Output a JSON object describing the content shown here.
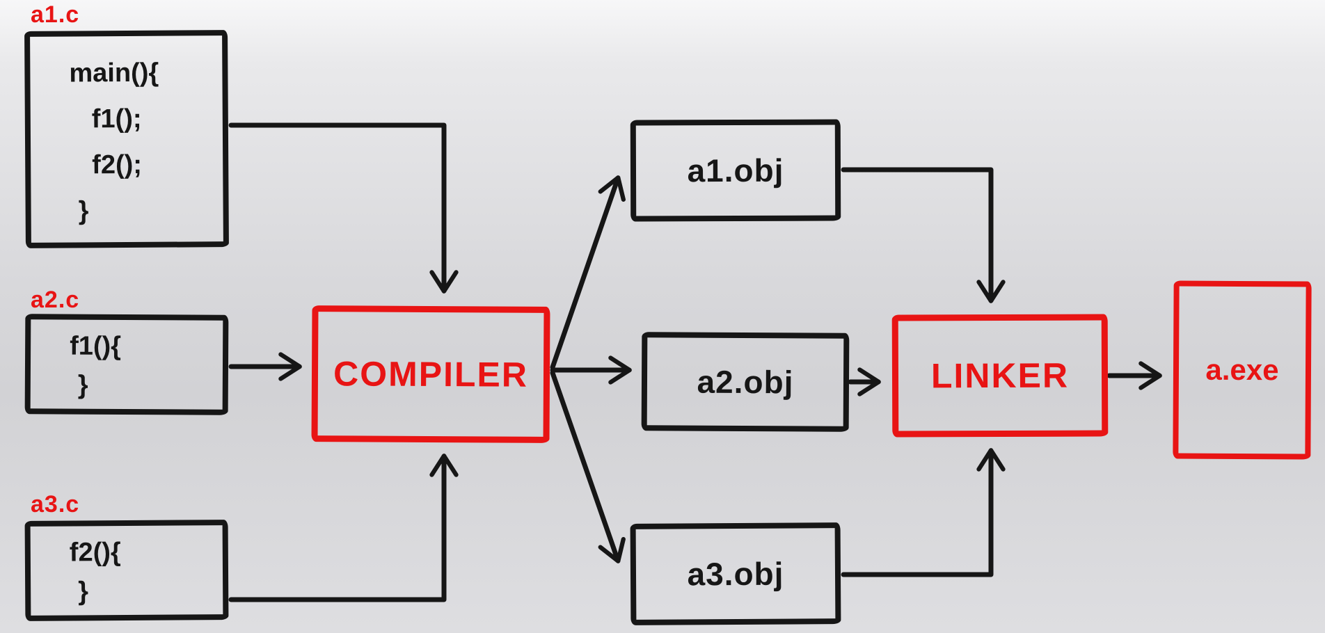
{
  "diagram": {
    "title_semantic": "C compilation and linking pipeline",
    "sources": [
      {
        "label": "a1.c",
        "lines": [
          "main(){",
          "f1();",
          "f2();",
          "}"
        ]
      },
      {
        "label": "a2.c",
        "lines": [
          "f1(){",
          "}"
        ]
      },
      {
        "label": "a3.c",
        "lines": [
          "f2(){",
          "}"
        ]
      }
    ],
    "compiler_label": "COMPILER",
    "objects": [
      "a1.obj",
      "a2.obj",
      "a3.obj"
    ],
    "linker_label": "LINKER",
    "output_label": "a.exe",
    "colors": {
      "accent_red": "#e81414",
      "stroke_black": "#161616",
      "background_top": "#f7f7f8",
      "background_mid": "#d2d2d5"
    }
  }
}
